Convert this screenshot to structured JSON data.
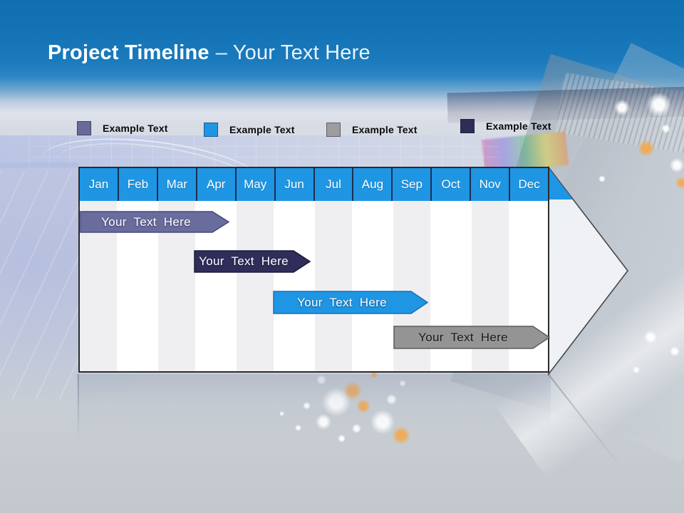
{
  "slide": {
    "title_strong": "Project Timeline",
    "title_light": "– Your Text Here"
  },
  "legend": {
    "items": [
      {
        "label": "Example Text",
        "color": "#6a6a99",
        "swatch": "purple-slate"
      },
      {
        "label": "Example Text",
        "color": "#1f96e4",
        "swatch": "bright-blue"
      },
      {
        "label": "Example Text",
        "color": "#9d9d9d",
        "swatch": "gray"
      },
      {
        "label": "Example Text",
        "color": "#2e2d55",
        "swatch": "dark-navy"
      }
    ]
  },
  "timeline": {
    "months": [
      "Jan",
      "Feb",
      "Mar",
      "Apr",
      "May",
      "Jun",
      "Jul",
      "Aug",
      "Sep",
      "Oct",
      "Nov",
      "Dec"
    ],
    "bars": [
      {
        "label": "Your Text Here",
        "color": "#6a6c9e",
        "start_month": "Jan",
        "end_month": "Apr",
        "row": 1
      },
      {
        "label": "Your Text Here",
        "color": "#2f2d59",
        "start_month": "Apr",
        "end_month": "Jun",
        "row": 2
      },
      {
        "label": "Your Text Here",
        "color": "#1f96e4",
        "start_month": "Jun",
        "end_month": "Sep",
        "row": 3
      },
      {
        "label": "Your Text Here",
        "color": "#949494",
        "start_month": "Sep",
        "end_month": "Dec",
        "row": 4
      }
    ]
  },
  "colors": {
    "header_blue": "#1f96e4",
    "header_separator": "#1b2f52",
    "table_border": "#2b2b2b",
    "column_alt": "#efeff1",
    "title_bar_blue": "#1473b5",
    "background_bottom": "#c2c8cd"
  }
}
